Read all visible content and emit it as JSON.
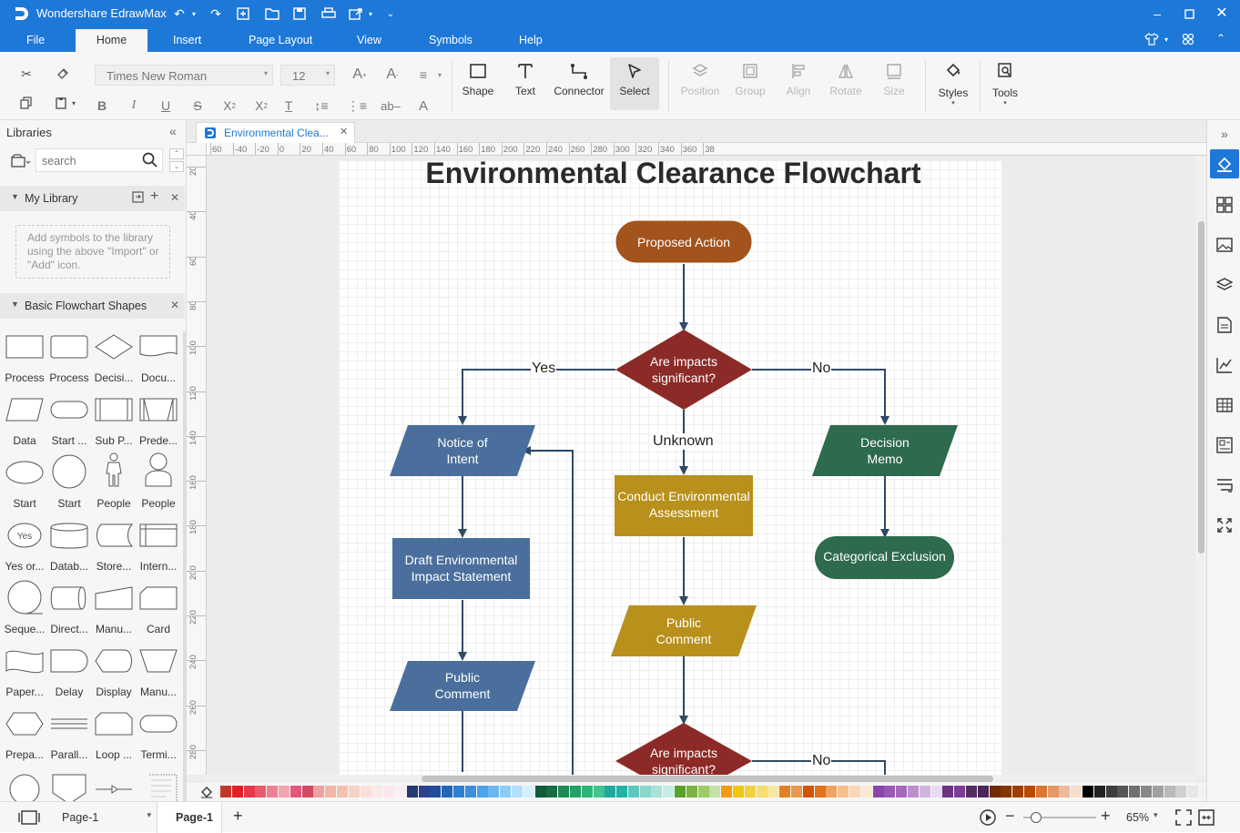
{
  "app": {
    "title": "Wondershare EdrawMax"
  },
  "menu": {
    "items": [
      "File",
      "Home",
      "Insert",
      "Page Layout",
      "View",
      "Symbols",
      "Help"
    ],
    "active": "Home"
  },
  "ribbon": {
    "font_family": "Times New Roman",
    "font_size": "12",
    "buttons": [
      {
        "label": "Shape",
        "icon": "rectangle-icon"
      },
      {
        "label": "Text",
        "icon": "text-icon"
      },
      {
        "label": "Connector",
        "icon": "connector-icon"
      },
      {
        "label": "Select",
        "icon": "pointer-icon"
      },
      {
        "label": "Position",
        "icon": "position-icon"
      },
      {
        "label": "Group",
        "icon": "group-icon"
      },
      {
        "label": "Align",
        "icon": "align-icon"
      },
      {
        "label": "Rotate",
        "icon": "rotate-icon"
      },
      {
        "label": "Size",
        "icon": "size-icon"
      },
      {
        "label": "Styles",
        "icon": "paint-bucket-icon"
      },
      {
        "label": "Tools",
        "icon": "tools-icon"
      }
    ]
  },
  "libraries": {
    "title": "Libraries",
    "search_placeholder": "search",
    "my_library": {
      "title": "My Library",
      "hint": "Add symbols to the library using the above \"Import\" or \"Add\" icon."
    },
    "basic": {
      "title": "Basic Flowchart Shapes",
      "shapes": [
        "Process",
        "Process",
        "Decisi...",
        "Docu...",
        "Data",
        "Start ...",
        "Sub P...",
        "Prede...",
        "Start",
        "Start",
        "People",
        "People",
        "Yes or...",
        "Datab...",
        "Store...",
        "Intern...",
        "Seque...",
        "Direct...",
        "Manu...",
        "Card",
        "Paper...",
        "Delay",
        "Display",
        "Manu...",
        "Prepa...",
        "Parall...",
        "Loop ...",
        "Termi..."
      ],
      "yes_label": "Yes"
    }
  },
  "document": {
    "tab_title": "Environmental Clea...",
    "ruler_h": [
      "60",
      "-40",
      "-20",
      "0",
      "20",
      "40",
      "60",
      "80",
      "100",
      "120",
      "140",
      "160",
      "180",
      "200",
      "220",
      "240",
      "260",
      "280",
      "300",
      "320",
      "340",
      "360",
      "38"
    ],
    "ruler_v": [
      "20",
      "40",
      "60",
      "80",
      "100",
      "120",
      "140",
      "160",
      "180",
      "200",
      "220",
      "240",
      "260",
      "280"
    ]
  },
  "flowchart": {
    "title": "Environmental Clearance Flowchart",
    "nodes": {
      "proposed": "Proposed Action",
      "decision1": "Are impacts\nsignificant?",
      "notice": "Notice of\nIntent",
      "memo": "Decision\nMemo",
      "assessment": "Conduct Environmental\nAssessment",
      "exclusion": "Categorical Exclusion",
      "draft": "Draft Environmental\nImpact Statement",
      "comment_center": "Public\nComment",
      "comment_left": "Public\nComment",
      "decision2": "Are impacts\nsignificant?"
    },
    "edges": {
      "yes": "Yes",
      "no": "No",
      "unknown": "Unknown",
      "no2": "No"
    },
    "colors": {
      "brown": "#a3531c",
      "maroon": "#8b2a26",
      "blue": "#4a6f9c",
      "green": "#2e6a4e",
      "gold": "#b8901c",
      "edge": "#2f4a66"
    }
  },
  "status": {
    "page_select": "Page-1",
    "page_tab": "Page-1",
    "zoom": "65%"
  },
  "palette": [
    "#c0392b",
    "#e31e26",
    "#e7374a",
    "#ec5a6e",
    "#f07f92",
    "#f5a3b1",
    "#e6567b",
    "#d34a64",
    "#f0a0a0",
    "#f3b6a6",
    "#f4c1b0",
    "#f7d2c6",
    "#fae0db",
    "#fbe9e7",
    "#fde7ef",
    "#fdeef4",
    "#243a73",
    "#2e3f8f",
    "#1f4e9c",
    "#2266b8",
    "#2f7fd0",
    "#3b8fdf",
    "#4fa3ea",
    "#6bb8f1",
    "#8ccdf6",
    "#b0e0fa",
    "#d4f0fc",
    "#0f5c3a",
    "#176b45",
    "#1f8a55",
    "#21a164",
    "#2ab87a",
    "#3fc58d",
    "#1fa89b",
    "#22b3a6",
    "#5cc9be",
    "#8ad6cd",
    "#a9e2d8",
    "#c6ede5",
    "#5aa02c",
    "#7cb342",
    "#9ccc65",
    "#c5e1a5",
    "#f39c12",
    "#f1c40f",
    "#f4d03f",
    "#f7dc6f",
    "#f9e79f",
    "#e67e22",
    "#eb984e",
    "#d35400",
    "#e2711d",
    "#f0a35e",
    "#f5c08a",
    "#f9d9b5",
    "#fbe8d0",
    "#8e44ad",
    "#9b59b6",
    "#a569bd",
    "#bb8fce",
    "#d2b4de",
    "#e8daef",
    "#6c3483",
    "#7d3c98",
    "#512e5f",
    "#4a235a",
    "#6e2c00",
    "#873600",
    "#a04000",
    "#ba4a00",
    "#dc7633",
    "#e59866",
    "#edbb99",
    "#f6ddcc",
    "#000000",
    "#222222",
    "#3d3d3d",
    "#555555",
    "#6f6f6f",
    "#888888",
    "#a0a0a0",
    "#b9b9b9",
    "#d0d0d0",
    "#e6e6e6",
    "#f2f2f2",
    "#ffffff"
  ]
}
